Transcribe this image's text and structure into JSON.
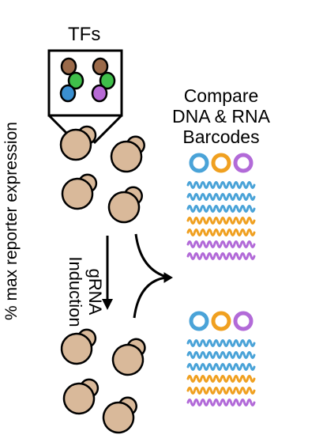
{
  "y_axis_label": "% max reporter expression",
  "tfs_label": "TFs",
  "compare_title": [
    "Compare",
    "DNA & RNA",
    "Barcodes"
  ],
  "grna_label": [
    "gRNA",
    "Induction"
  ],
  "colors": {
    "yeast_fill": "#d9b99a",
    "tf_brown": "#9b6a4a",
    "tf_green": "#3fbf4a",
    "tf_blue": "#3a8fd0",
    "tf_purple": "#b86ad6",
    "barcode_blue": "#4aa3d8",
    "barcode_orange": "#f0a020",
    "barcode_purple": "#b26ad8"
  },
  "tf_box_dots": [
    {
      "color": "tf_brown"
    },
    {
      "color": "tf_green"
    },
    {
      "color": "tf_blue"
    },
    {
      "color": "tf_brown"
    },
    {
      "color": "tf_green"
    },
    {
      "color": "tf_purple"
    }
  ],
  "top_barcodes": {
    "circles": [
      "barcode_blue",
      "barcode_orange",
      "barcode_purple"
    ],
    "waves": [
      "barcode_blue",
      "barcode_blue",
      "barcode_blue",
      "barcode_orange",
      "barcode_orange",
      "barcode_purple",
      "barcode_purple"
    ]
  },
  "bottom_barcodes": {
    "circles": [
      "barcode_blue",
      "barcode_orange",
      "barcode_purple"
    ],
    "waves": [
      "barcode_blue",
      "barcode_blue",
      "barcode_blue",
      "barcode_orange",
      "barcode_orange",
      "barcode_purple"
    ]
  }
}
